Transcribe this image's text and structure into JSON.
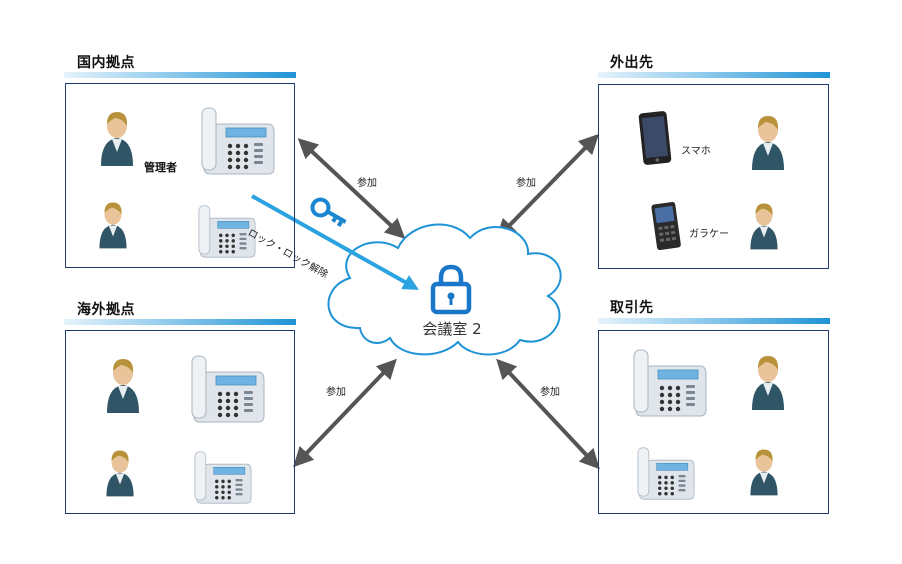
{
  "sites": {
    "domestic": {
      "title": "国内拠点",
      "admin_label": "管理者"
    },
    "overseas": {
      "title": "海外拠点"
    },
    "outside": {
      "title": "外出先",
      "smartphone_label": "スマホ",
      "feature_phone_label": "ガラケー"
    },
    "partner": {
      "title": "取引先"
    }
  },
  "center": {
    "room_label": "会議室 2",
    "lock_label": "ロック・ロック解除"
  },
  "arrows": {
    "join_label": "参加"
  },
  "colors": {
    "accent_blue": "#1f93d6",
    "lock_blue": "#1976c8",
    "box_border": "#1f3a6e",
    "arrow_gray": "#555555",
    "person_suit": "#2f5566",
    "person_hair": "#b8923a"
  }
}
